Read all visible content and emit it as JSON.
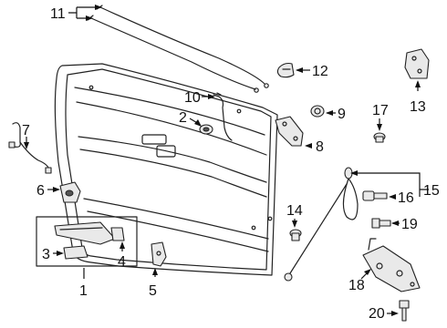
{
  "callouts": {
    "c1": "1",
    "c2": "2",
    "c3": "3",
    "c4": "4",
    "c5": "5",
    "c6": "6",
    "c7": "7",
    "c8": "8",
    "c9": "9",
    "c10": "10",
    "c11": "11",
    "c12": "12",
    "c13": "13",
    "c14": "14",
    "c15": "15",
    "c16": "16",
    "c17": "17",
    "c18": "18",
    "c19": "19",
    "c20": "20"
  },
  "colors": {
    "line": "#222222",
    "fill": "#e9e9e9",
    "background": "#ffffff"
  }
}
